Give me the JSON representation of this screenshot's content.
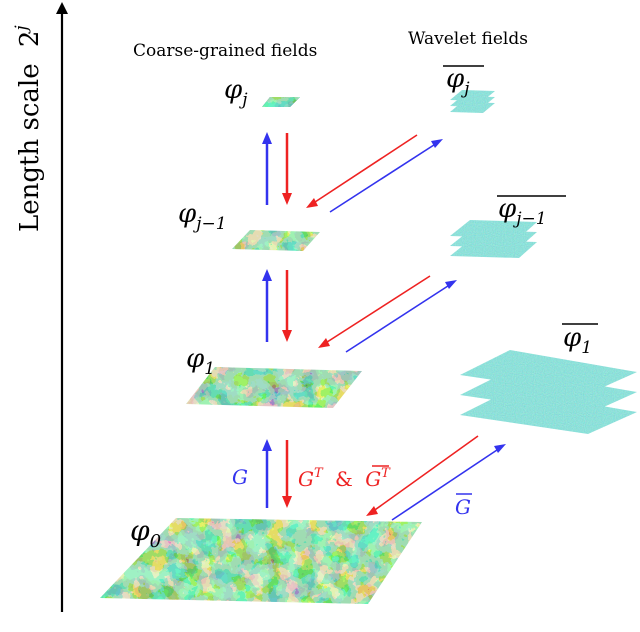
{
  "axis": {
    "label": "Length scale",
    "scale": "2",
    "exp": "j"
  },
  "headers": {
    "coarse": "Coarse-grained fields",
    "wavelet": "Wavelet fields"
  },
  "coarse_labels": {
    "phi_j": {
      "sym": "φ",
      "sub": "j"
    },
    "phi_j1": {
      "sym": "φ",
      "sub": "j−1"
    },
    "phi_1": {
      "sym": "φ",
      "sub": "1"
    },
    "phi_0": {
      "sym": "φ",
      "sub": "0"
    }
  },
  "wavelet_labels": {
    "bar_j": {
      "sym": "φ",
      "sub": "j"
    },
    "bar_j1": {
      "sym": "φ",
      "sub": "j−1"
    },
    "bar_1": {
      "sym": "φ",
      "sub": "1"
    }
  },
  "operators": {
    "G": "G",
    "GT": {
      "base": "G",
      "sup": "T",
      "amp": "&",
      "bar": "G",
      "barsup": "T"
    },
    "Gbar": "G"
  },
  "colors": {
    "arrow_up": "#3333ee",
    "arrow_down": "#ee2222",
    "field_dark": "#3b3f8f",
    "field_mid": "#21908d",
    "field_light": "#c8e020",
    "wavelet": "#3fc0b0",
    "axis": "#000000"
  }
}
